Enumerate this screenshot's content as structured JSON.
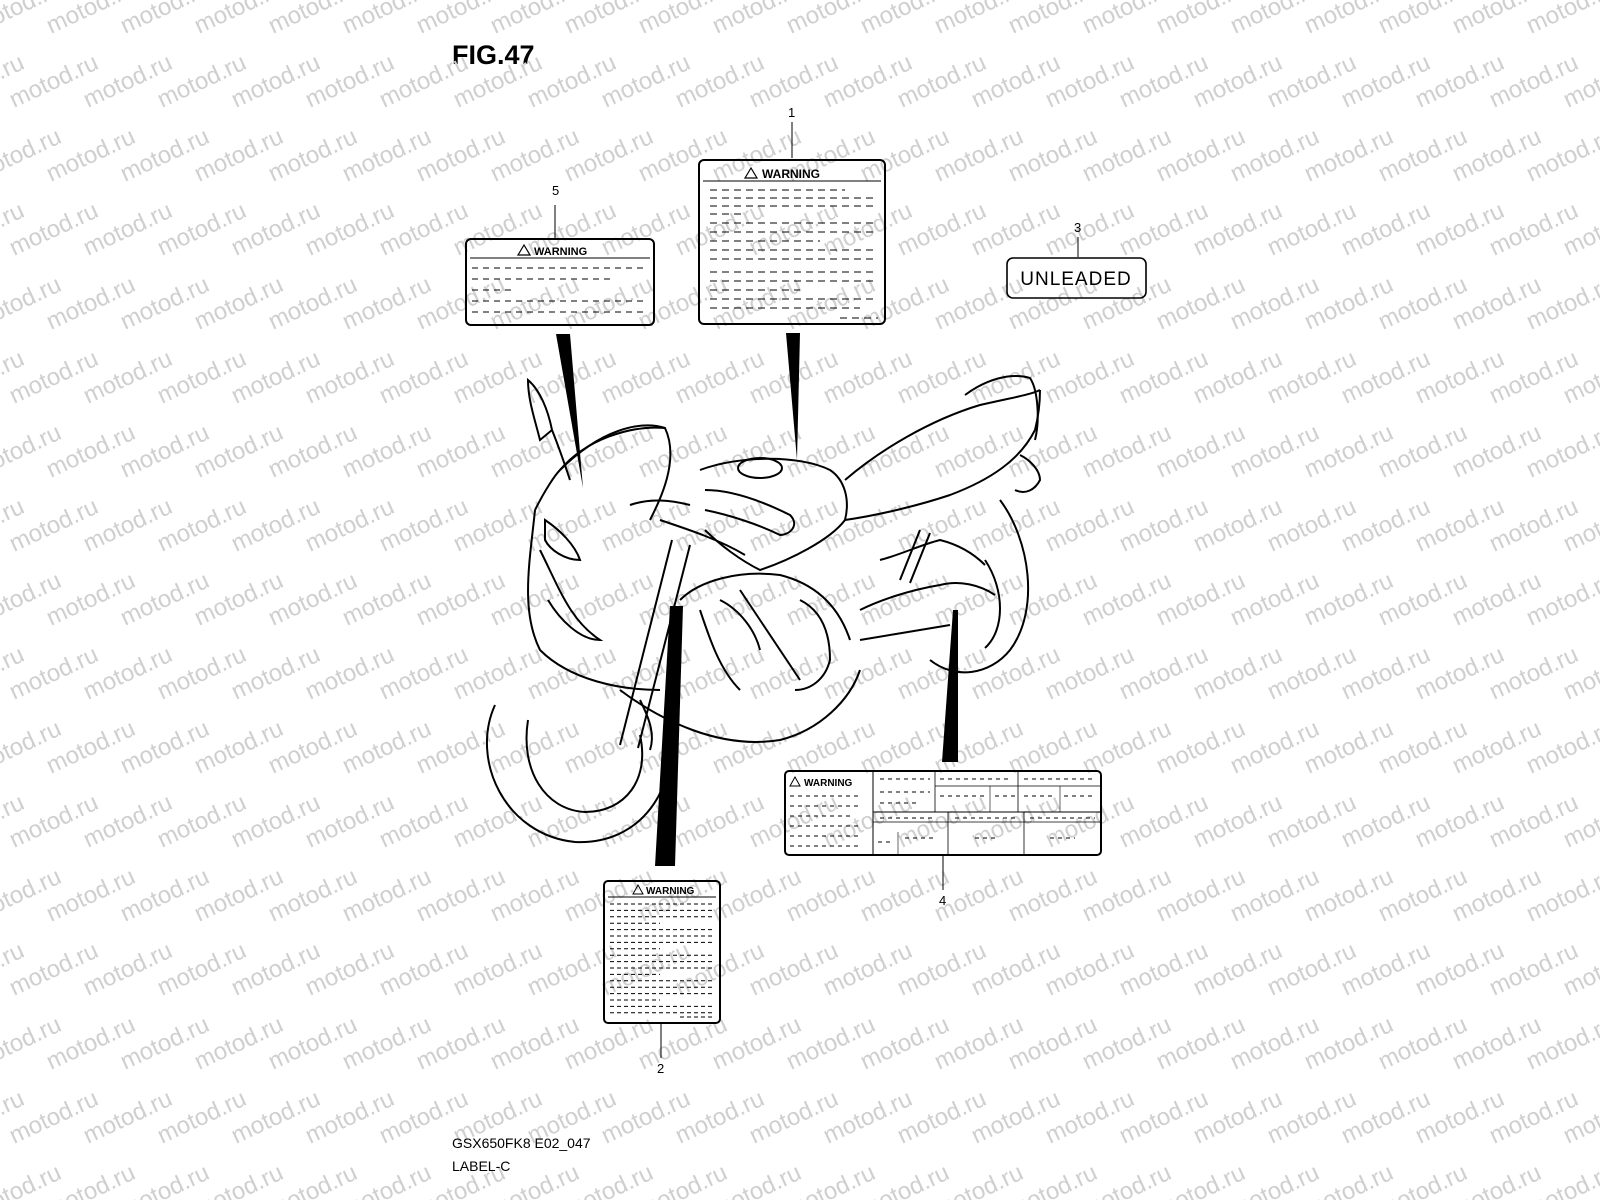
{
  "figure": {
    "title": "FIG.47",
    "model_code": "GSX650FK8 E02_047",
    "section_name": "LABEL-C",
    "watermark_text": "motod.ru"
  },
  "labels": [
    {
      "callout": "1",
      "kind": "warning",
      "title": "WARNING"
    },
    {
      "callout": "2",
      "kind": "warning",
      "title": "WARNING"
    },
    {
      "callout": "3",
      "kind": "text",
      "text": "UNLEADED"
    },
    {
      "callout": "4",
      "kind": "warning",
      "title": "WARNING"
    },
    {
      "callout": "5",
      "kind": "warning",
      "title": "WARNING"
    }
  ],
  "colors": {
    "ink": "#000000",
    "watermark": "#cfcfcf",
    "background": "#ffffff"
  }
}
